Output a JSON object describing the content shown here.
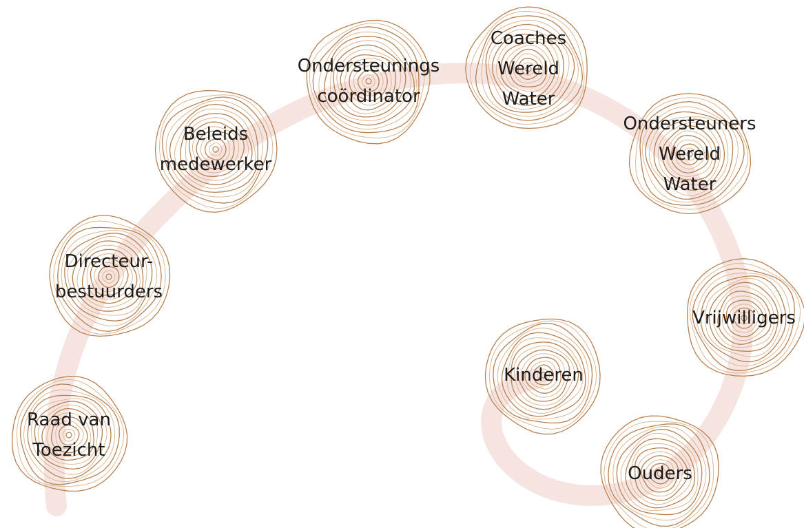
{
  "colors": {
    "path": "#f6e4e1",
    "ring": "#b9804f",
    "ring_light": "#d9b08a",
    "text": "#1a1a1a",
    "background": "#ffffff"
  },
  "nodes": [
    {
      "id": "raad-van-toezicht",
      "lines": [
        "Raad van",
        "Toezicht"
      ]
    },
    {
      "id": "directeur-bestuurders",
      "lines": [
        "Directeur-",
        "bestuurders"
      ]
    },
    {
      "id": "beleids-medewerker",
      "lines": [
        "Beleids",
        "medewerker"
      ]
    },
    {
      "id": "ondersteunings-coordinator",
      "lines": [
        "Ondersteunings",
        "coördinator"
      ]
    },
    {
      "id": "coaches-wereld-water",
      "lines": [
        "Coaches",
        "Wereld",
        "Water"
      ]
    },
    {
      "id": "ondersteuners-wereld-water",
      "lines": [
        "Ondersteuners",
        "Wereld",
        "Water"
      ]
    },
    {
      "id": "vrijwilligers",
      "lines": [
        "Vrijwilligers"
      ]
    },
    {
      "id": "ouders",
      "lines": [
        "Ouders"
      ]
    },
    {
      "id": "kinderen",
      "lines": [
        "Kinderen"
      ]
    }
  ]
}
